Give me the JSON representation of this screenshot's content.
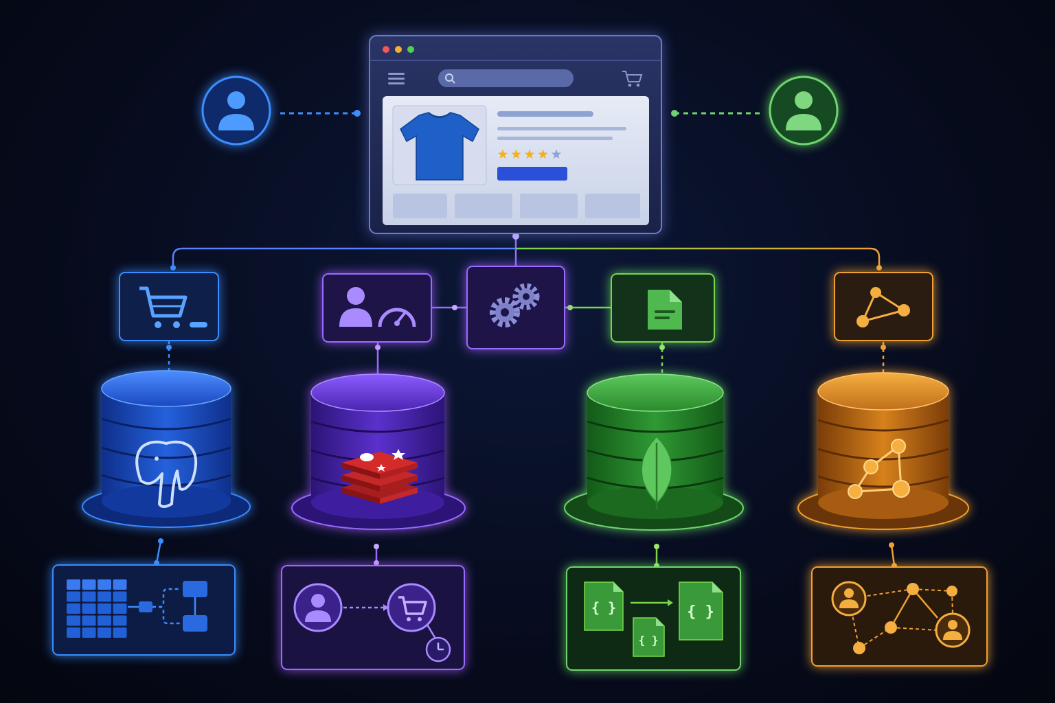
{
  "colors": {
    "background": "#070c1f",
    "postgres_blue": "#1f5fe0",
    "redis_purple": "#6a3cd6",
    "mongo_green": "#3aa83a",
    "graph_orange": "#e08a1a",
    "redis_red": "#d42a2a",
    "star_gold": "#f5b020",
    "shirt_blue": "#1f5fc8",
    "button_blue": "#2a4fd8"
  },
  "storefront": {
    "icons": [
      "menu-icon",
      "search-icon",
      "cart-icon"
    ],
    "rating": {
      "value": 4,
      "max": 5
    }
  },
  "users": {
    "left": {
      "icon": "user-icon",
      "color": "#3d8eff"
    },
    "right": {
      "icon": "user-icon",
      "color": "#6fd46f"
    }
  },
  "services": [
    {
      "id": "cart",
      "icon": "shopping-cart-icon",
      "color": "#3a8cff"
    },
    {
      "id": "session",
      "icon": "user-speedometer-icon",
      "color": "#9a6bff"
    },
    {
      "id": "gateway",
      "icon": "gears-icon",
      "color": "#9a6bff"
    },
    {
      "id": "catalog",
      "icon": "document-icon",
      "color": "#6fd46f"
    },
    {
      "id": "recommendations",
      "icon": "graph-icon",
      "color": "#f0a030"
    }
  ],
  "databases": [
    {
      "id": "postgres",
      "logo": "elephant-icon",
      "color": "#1f5fe0"
    },
    {
      "id": "redis",
      "logo": "redis-stack-icon",
      "color": "#6a3cd6"
    },
    {
      "id": "mongodb",
      "logo": "leaf-icon",
      "color": "#3aa83a"
    },
    {
      "id": "graph",
      "logo": "graph-nodes-icon",
      "color": "#e08a1a"
    }
  ],
  "models": [
    {
      "id": "relational",
      "icons": [
        "table-grid-icon",
        "flow-boxes-icon"
      ]
    },
    {
      "id": "key-value",
      "icons": [
        "user-icon",
        "cart-icon",
        "clock-icon"
      ]
    },
    {
      "id": "document",
      "icons": [
        "json-file-icon",
        "json-file-icon",
        "json-file-icon"
      ]
    },
    {
      "id": "graph",
      "icons": [
        "user-icon",
        "user-icon",
        "graph-nodes-icon"
      ]
    }
  ]
}
